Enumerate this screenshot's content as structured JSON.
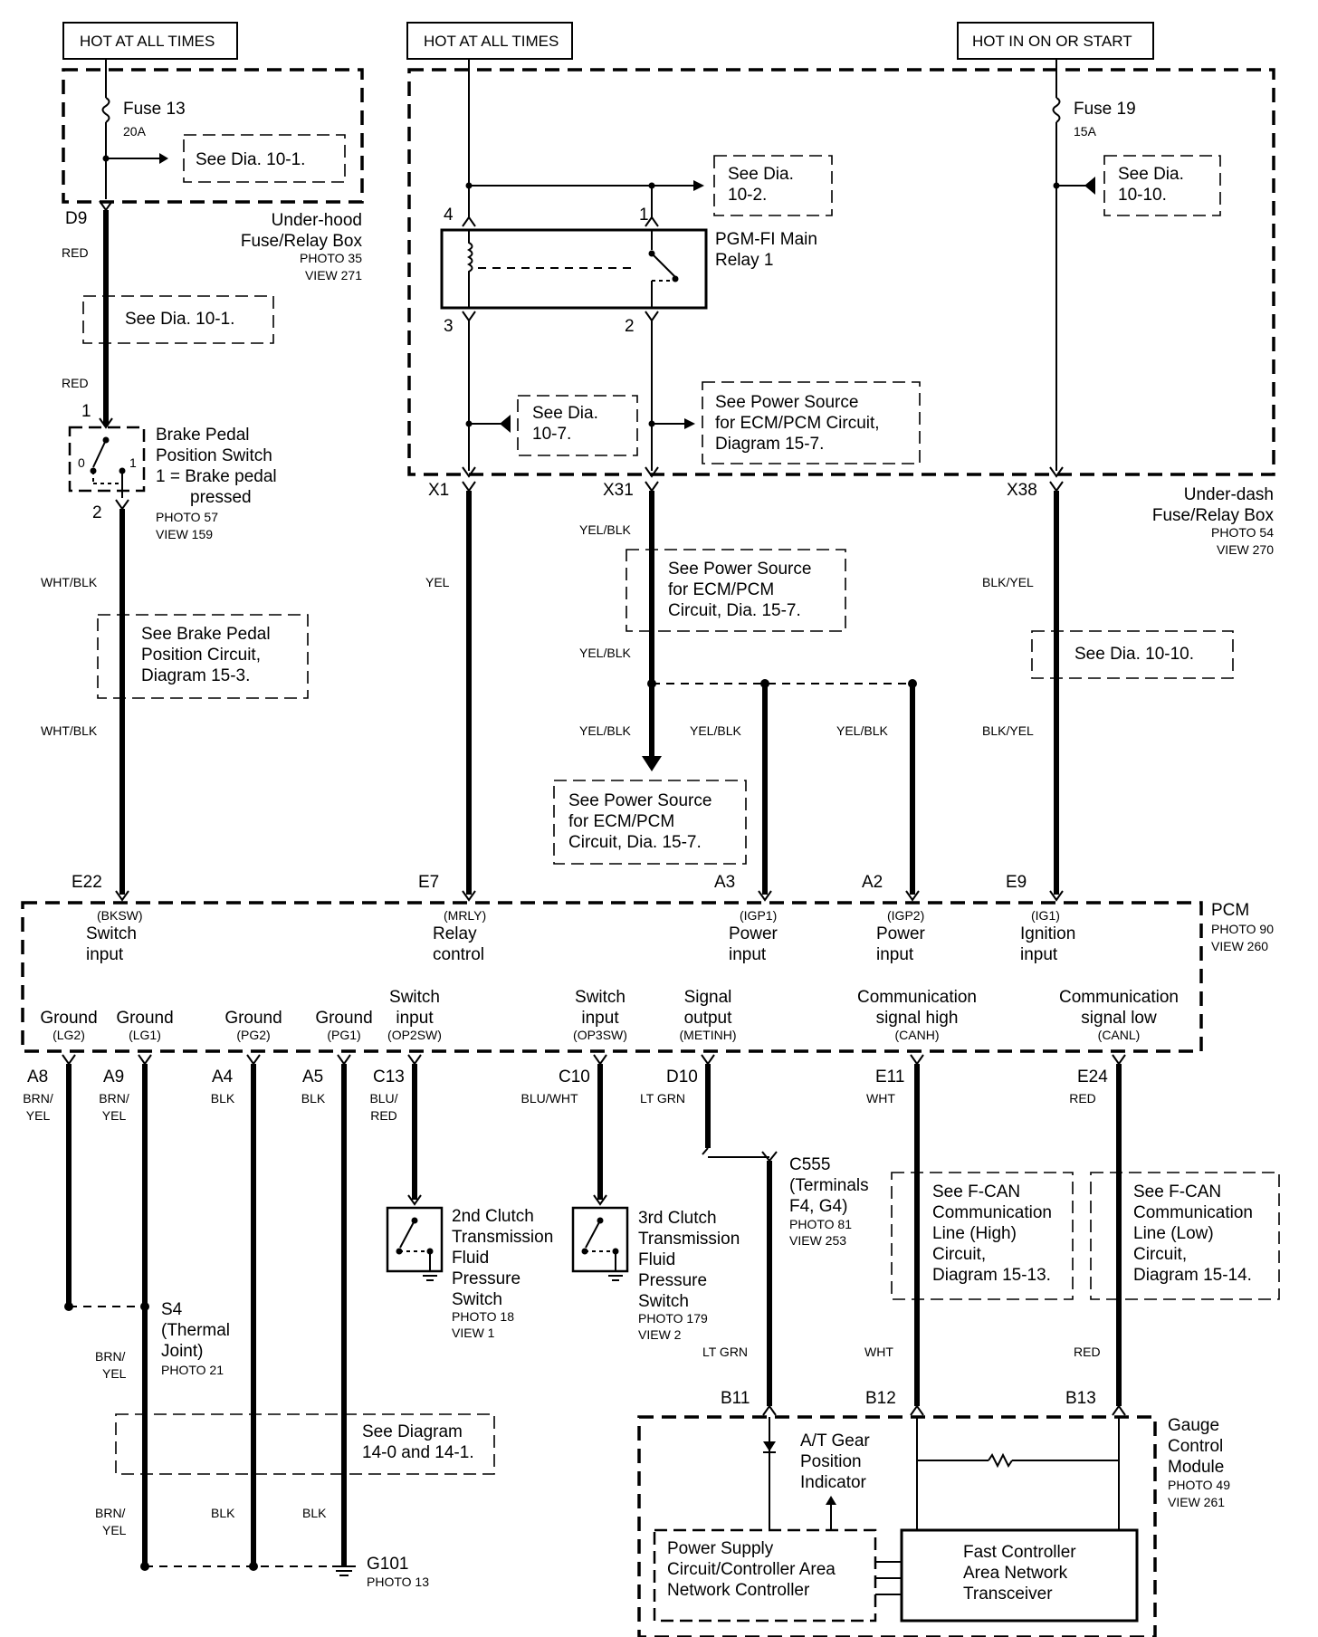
{
  "supply": {
    "hot_always_1": "HOT AT ALL TIMES",
    "hot_always_2": "HOT AT ALL TIMES",
    "hot_on_start": "HOT IN ON OR START"
  },
  "underhood": {
    "fuse_label": "Fuse 13",
    "fuse_rating": "20A",
    "see_dia": "See Dia. 10-1.",
    "terminal": "D9",
    "name_1": "Under-hood",
    "name_2": "Fuse/Relay Box",
    "photo": "PHOTO 35",
    "view": "VIEW 271"
  },
  "brake": {
    "wire_red_1": "RED",
    "see_dia": "See Dia. 10-1.",
    "wire_red_2": "RED",
    "pin_1": "1",
    "pin_2": "2",
    "pos_0": "0",
    "pos_1": "1",
    "name_1": "Brake Pedal",
    "name_2": "Position Switch",
    "name_3": "1 = Brake pedal",
    "name_4": "pressed",
    "photo": "PHOTO 57",
    "view": "VIEW 159",
    "wire_wb_1": "WHT/BLK",
    "see_circuit_1": "See Brake Pedal",
    "see_circuit_2": "Position  Circuit,",
    "see_circuit_3": "Diagram 15-3.",
    "wire_wb_2": "WHT/BLK"
  },
  "underdash": {
    "see_10_2_a": "See Dia.",
    "see_10_2_b": "10-2.",
    "pin_4": "4",
    "pin_1": "1",
    "pin_3": "3",
    "pin_2": "2",
    "relay_1": "PGM-FI Main",
    "relay_2": "Relay 1",
    "see_10_7_a": "See Dia.",
    "see_10_7_b": "10-7.",
    "see_ps_1": "See Power Source",
    "see_ps_2": "for ECM/PCM Circuit,",
    "see_ps_3": "Diagram 15-7.",
    "fuse19_label": "Fuse 19",
    "fuse19_rating": "15A",
    "see_10_10_a": "See Dia.",
    "see_10_10_b": "10-10.",
    "term_x1": "X1",
    "term_x31": "X31",
    "term_x38": "X38",
    "name_1": "Under-dash",
    "name_2": "Fuse/Relay Box",
    "photo": "PHOTO 54",
    "view": "VIEW 270"
  },
  "mid_wires": {
    "yel": "YEL",
    "yelblk_1": "YEL/BLK",
    "see_ps_a1": "See Power Source",
    "see_ps_a2": "for ECM/PCM",
    "see_ps_a3": "Circuit, Dia. 15-7.",
    "yelblk_2": "YEL/BLK",
    "yelblk_3": "YEL/BLK",
    "yelblk_4": "YEL/BLK",
    "yelblk_5": "YEL/BLK",
    "see_ps_b1": "See Power Source",
    "see_ps_b2": "for ECM/PCM",
    "see_ps_b3": "Circuit, Dia. 15-7.",
    "blkyel_1": "BLK/YEL",
    "see_10_10": "See Dia. 10-10.",
    "blkyel_2": "BLK/YEL"
  },
  "pcm": {
    "name": "PCM",
    "photo": "PHOTO 90",
    "view": "VIEW 260",
    "top_pins": [
      {
        "term": "E22",
        "code": "(BKSW)",
        "l1": "Switch",
        "l2": "input"
      },
      {
        "term": "E7",
        "code": "(MRLY)",
        "l1": "Relay",
        "l2": "control"
      },
      {
        "term": "A3",
        "code": "(IGP1)",
        "l1": "Power",
        "l2": "input"
      },
      {
        "term": "A2",
        "code": "(IGP2)",
        "l1": "Power",
        "l2": "input"
      },
      {
        "term": "E9",
        "code": "(IG1)",
        "l1": "Ignition",
        "l2": "input"
      }
    ],
    "bottom_pins": [
      {
        "term": "A8",
        "l1": "",
        "l2": "Ground",
        "code": "(LG2)",
        "wire1": "BRN/",
        "wire2": "YEL"
      },
      {
        "term": "A9",
        "l1": "",
        "l2": "Ground",
        "code": "(LG1)",
        "wire1": "BRN/",
        "wire2": "YEL"
      },
      {
        "term": "A4",
        "l1": "",
        "l2": "Ground",
        "code": "(PG2)",
        "wire1": "BLK",
        "wire2": ""
      },
      {
        "term": "A5",
        "l1": "",
        "l2": "Ground",
        "code": "(PG1)",
        "wire1": "BLK",
        "wire2": ""
      },
      {
        "term": "C13",
        "l1": "Switch",
        "l2": "input",
        "code": "(OP2SW)",
        "wire1": "BLU/",
        "wire2": "RED"
      },
      {
        "term": "C10",
        "l1": "Switch",
        "l2": "input",
        "code": "(OP3SW)",
        "wire1": "BLU/WHT",
        "wire2": ""
      },
      {
        "term": "D10",
        "l1": "Signal",
        "l2": "output",
        "code": "(METINH)",
        "wire1": "LT GRN",
        "wire2": ""
      },
      {
        "term": "E11",
        "l1": "Communication",
        "l2": "signal high",
        "code": "(CANH)",
        "wire1": "WHT",
        "wire2": ""
      },
      {
        "term": "E24",
        "l1": "Communication",
        "l2": "signal low",
        "code": "(CANL)",
        "wire1": "RED",
        "wire2": ""
      }
    ]
  },
  "lower": {
    "sw2_1": "2nd Clutch",
    "sw2_2": "Transmission",
    "sw2_3": "Fluid",
    "sw2_4": "Pressure",
    "sw2_5": "Switch",
    "sw2_photo": "PHOTO 18",
    "sw2_view": "VIEW 1",
    "sw3_1": "3rd Clutch",
    "sw3_2": "Transmission",
    "sw3_3": "Fluid",
    "sw3_4": "Pressure",
    "sw3_5": "Switch",
    "sw3_photo": "PHOTO 179",
    "sw3_view": "VIEW 2",
    "c555_1": "C555",
    "c555_2": "(Terminals",
    "c555_3": "F4, G4)",
    "c555_photo": "PHOTO 81",
    "c555_view": "VIEW 253",
    "fcan_h_1": "See F-CAN",
    "fcan_h_2": "Communication",
    "fcan_h_3": "Line (High)",
    "fcan_h_4": "Circuit,",
    "fcan_h_5": "Diagram 15-13.",
    "fcan_l_1": "See F-CAN",
    "fcan_l_2": "Communication",
    "fcan_l_3": "Line (Low)",
    "fcan_l_4": "Circuit,",
    "fcan_l_5": "Diagram 15-14.",
    "s4_1": "S4",
    "s4_2": "(Thermal",
    "s4_3": "Joint)",
    "s4_photo": "PHOTO 21",
    "brn1": "BRN/",
    "yel1": "YEL",
    "see_14_1": "See Diagram",
    "see_14_2": "14-0 and 14-1.",
    "brn2": "BRN/",
    "yel2": "YEL",
    "blk1": "BLK",
    "blk2": "BLK",
    "g101": "G101",
    "g101_photo": "PHOTO 13",
    "ltgrn2": "LT GRN",
    "wht2": "WHT",
    "red2": "RED"
  },
  "gauge": {
    "b11": "B11",
    "b12": "B12",
    "b13": "B13",
    "name_1": "Gauge",
    "name_2": "Control",
    "name_3": "Module",
    "photo": "PHOTO 49",
    "view": "VIEW 261",
    "at_1": "A/T Gear",
    "at_2": "Position",
    "at_3": "Indicator",
    "psu_1": "Power Supply",
    "psu_2": "Circuit/Controller Area",
    "psu_3": "Network Controller",
    "fast_1": "Fast Controller",
    "fast_2": "Area Network",
    "fast_3": "Transceiver"
  }
}
